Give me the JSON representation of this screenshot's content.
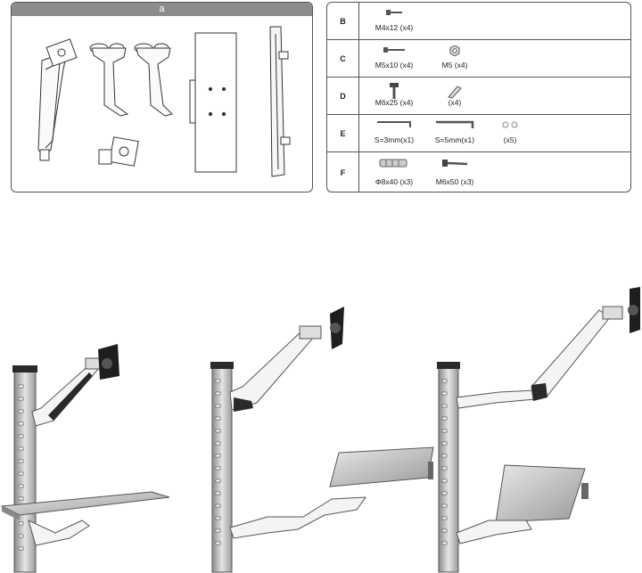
{
  "panel_a": {
    "header": "a"
  },
  "hardware": {
    "rows": [
      {
        "key": "B",
        "items": [
          {
            "label": "M4x12 (x4)",
            "icon": "screw-icon"
          }
        ]
      },
      {
        "key": "C",
        "items": [
          {
            "label": "M5x10 (x4)",
            "icon": "screw-icon"
          },
          {
            "label": "M5 (x4)",
            "icon": "nut-icon"
          }
        ]
      },
      {
        "key": "D",
        "items": [
          {
            "label": "M6x25 (x4)",
            "icon": "bolt-icon"
          },
          {
            "label": "(x4)",
            "icon": "clip-icon"
          }
        ]
      },
      {
        "key": "E",
        "items": [
          {
            "label": "S=3mm(x1)",
            "icon": "allen-key-icon"
          },
          {
            "label": "S=5mm(x1)",
            "icon": "allen-key-icon"
          },
          {
            "label": "(x5)",
            "icon": "cap-icon"
          }
        ]
      },
      {
        "key": "F",
        "items": [
          {
            "label": "Φ8x40 (x3)",
            "icon": "wall-anchor-icon"
          },
          {
            "label": "M6x50 (x3)",
            "icon": "lag-screw-icon"
          }
        ]
      }
    ]
  },
  "colors": {
    "panel_header": "#8c8c8c",
    "border": "#555555",
    "pole": "#b5b5b5",
    "arm": "#f4f4f4",
    "dark": "#2a2a2a"
  }
}
